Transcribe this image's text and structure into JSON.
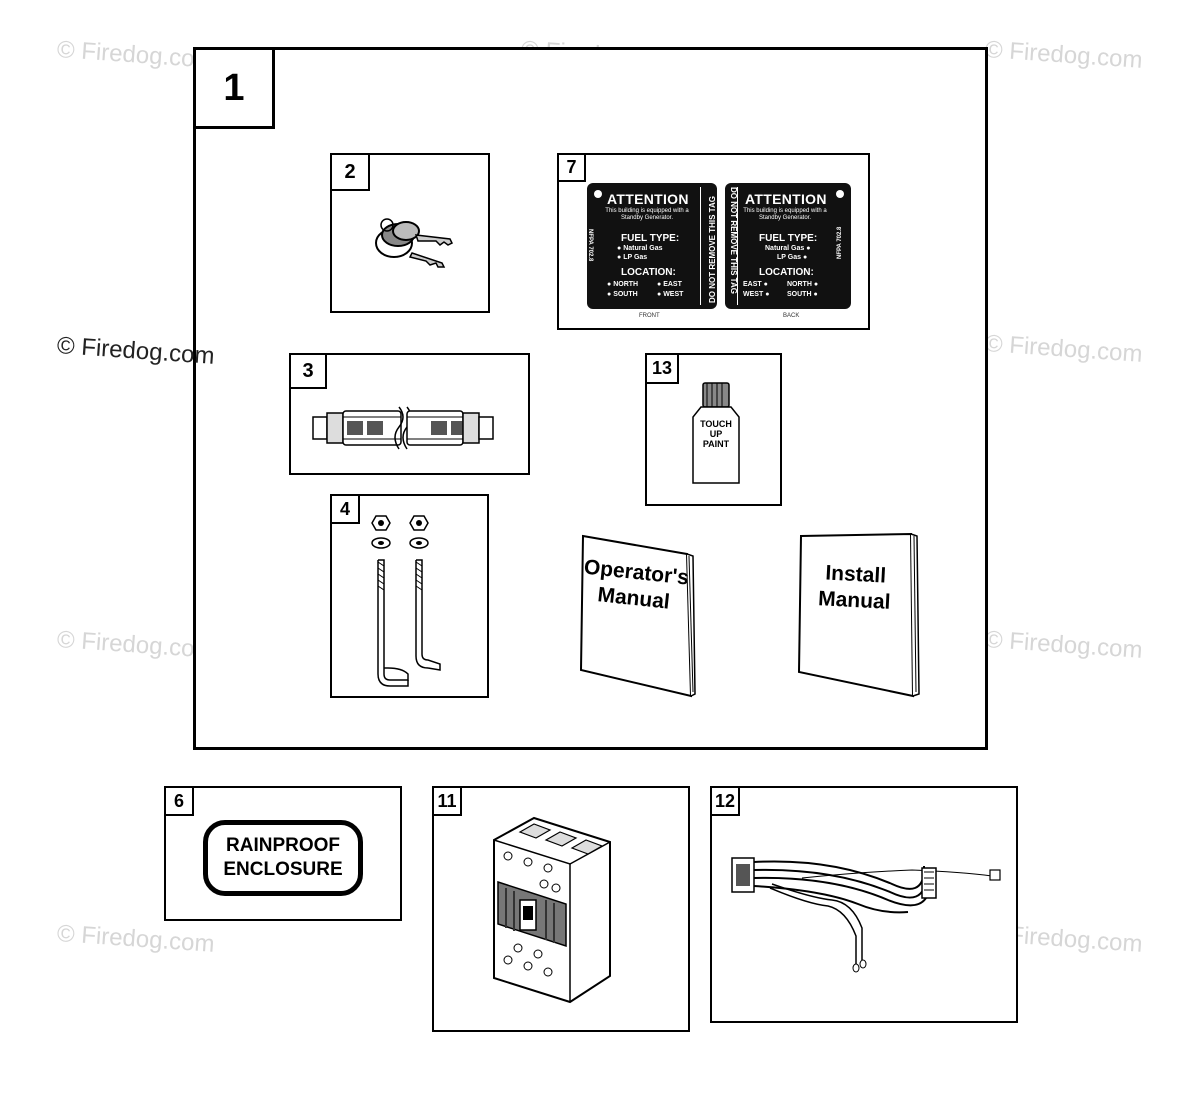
{
  "watermark": {
    "text": "© Firedog.com"
  },
  "callouts": {
    "kit": "1",
    "keys": "2",
    "fuel_hose": "3",
    "anchor_bolts": "4",
    "rainproof_label": "6",
    "attention_tag": "7",
    "circuit_breaker": "11",
    "wire_harness": "12",
    "touch_up_paint": "13"
  },
  "tag": {
    "front": {
      "heading": "ATTENTION",
      "body": "This building is equipped with a Standby Generator.",
      "fuel_label": "FUEL TYPE:",
      "fuel_options": [
        "Natural Gas",
        "LP Gas"
      ],
      "location_label": "LOCATION:",
      "location_options": [
        "NORTH",
        "EAST",
        "SOUTH",
        "WEST"
      ],
      "side_code": "NFPA 702.8",
      "side_warning": "DO NOT REMOVE THIS TAG",
      "caption": "FRONT"
    },
    "back": {
      "heading": "ATTENTION",
      "body": "This building is equipped with a Standby Generator.",
      "fuel_label": "FUEL TYPE:",
      "fuel_options": [
        "Natural Gas",
        "LP Gas"
      ],
      "location_label": "LOCATION:",
      "location_options": [
        "EAST",
        "NORTH",
        "WEST",
        "SOUTH"
      ],
      "side_code": "NFPA 702.8",
      "side_warning": "DO NOT REMOVE THIS TAG",
      "caption": "BACK"
    }
  },
  "paint_label": [
    "TOUCH",
    "UP",
    "PAINT"
  ],
  "manuals": {
    "operators": [
      "Operator's",
      "Manual"
    ],
    "install": [
      "Install",
      "Manual"
    ]
  },
  "enclosure_label": [
    "RAINPROOF",
    "ENCLOSURE"
  ]
}
